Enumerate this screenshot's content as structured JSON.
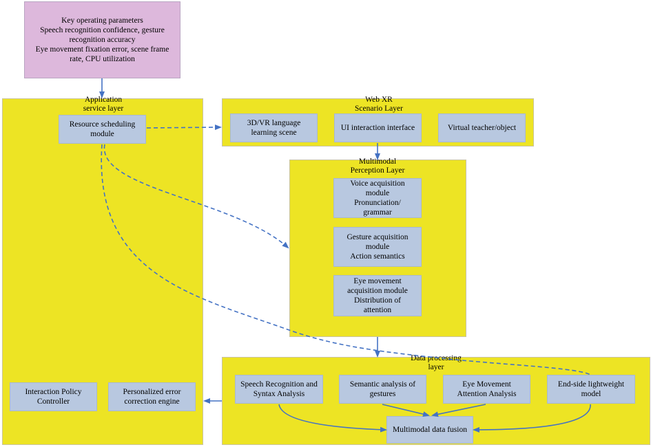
{
  "params": {
    "lines": [
      "Key operating parameters",
      "Speech recognition confidence, gesture",
      "recognition accuracy",
      "Eye movement fixation error, scene frame",
      "rate, CPU utilization"
    ]
  },
  "app_layer": {
    "title": [
      "Application",
      "service layer"
    ],
    "resource": [
      "Resource scheduling",
      "module"
    ],
    "policy": [
      "Interaction Policy",
      "Controller"
    ],
    "error": [
      "Personalized error",
      "correction engine"
    ]
  },
  "webxr_layer": {
    "title": [
      "Web XR",
      "Scenario Layer"
    ],
    "scene": [
      "3D/VR language",
      "learning scene"
    ],
    "ui": [
      "UI interaction interface"
    ],
    "teacher": [
      "Virtual teacher/object"
    ]
  },
  "perception_layer": {
    "title": [
      "Multimodal",
      "Perception Layer"
    ],
    "voice": [
      "Voice acquisition",
      "module",
      "Pronunciation/",
      "grammar"
    ],
    "gesture": [
      "Gesture acquisition",
      "module",
      "Action semantics"
    ],
    "eye": [
      "Eye movement",
      "acquisition module",
      "Distribution of",
      "attention"
    ]
  },
  "data_layer": {
    "title": [
      "Data processing",
      "layer"
    ],
    "speech": [
      "Speech Recognition and",
      "Syntax Analysis"
    ],
    "semantic": [
      "Semantic analysis of",
      "gestures"
    ],
    "eye_attention": [
      "Eye Movement",
      "Attention Analysis"
    ],
    "lightweight": [
      "End-side lightweight",
      "model"
    ],
    "fusion": [
      "Multimodal data fusion"
    ]
  },
  "colors": {
    "layer": "#ede424",
    "module": "#b8c8e0",
    "params": "#ddb8dc",
    "arrow": "#4472c4"
  }
}
